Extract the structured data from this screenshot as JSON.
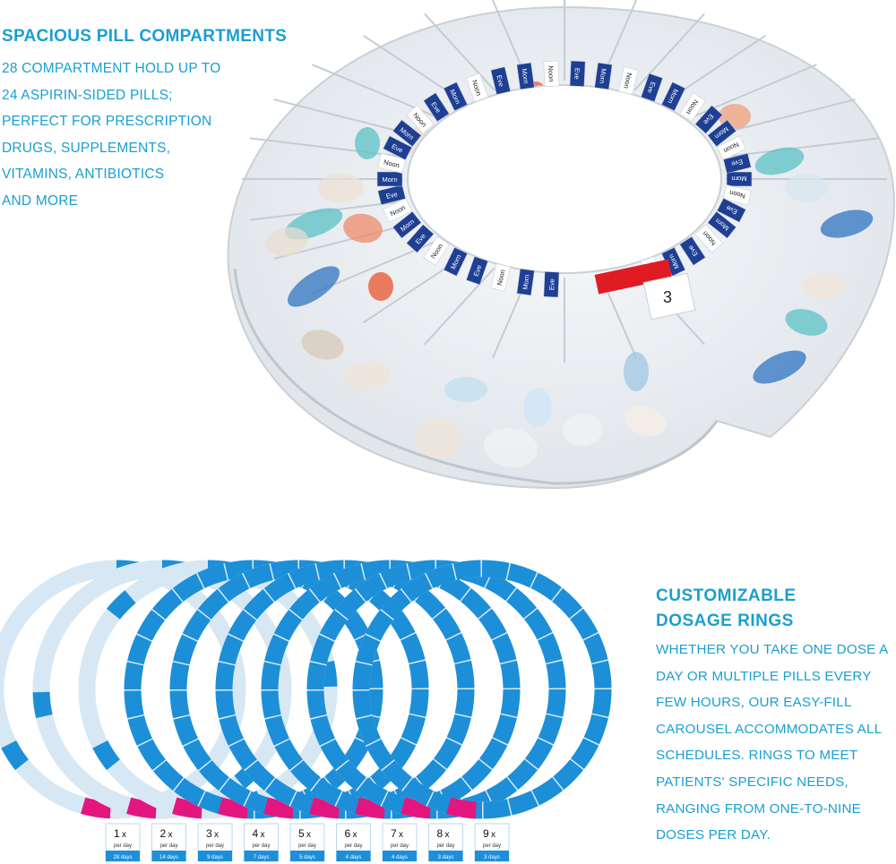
{
  "top_section": {
    "title": "SPACIOUS PILL COMPARTMENTS",
    "lines": [
      "28 COMPARTMENT HOLD UP TO",
      "24 ASPIRIN-SIDED PILLS;",
      "PERFECT FOR PRESCRIPTION",
      "DRUGS, SUPPLEMENTS,",
      "VITAMINS, ANTIBIOTICS",
      "AND MORE"
    ]
  },
  "bottom_section": {
    "title_lines": [
      "CUSTOMIZABLE",
      "DOSAGE RINGS"
    ],
    "lines": [
      "WHETHER YOU TAKE ONE DOSE A",
      "DAY OR MULTIPLE PILLS EVERY",
      "FEW HOURS, OUR EASY-FILL",
      "CAROUSEL ACCOMMODATES ALL",
      "SCHEDULES. RINGS TO MEET",
      "PATIENTS' SPECIFIC NEEDS,",
      "RANGING FROM ONE-TO-NINE",
      "DOSES PER DAY."
    ]
  },
  "organizer": {
    "ring_labels": [
      "Morn",
      "Noon",
      "Eve"
    ],
    "current_day": "3"
  },
  "dosage_rings": [
    {
      "count": "1",
      "x": "x",
      "per": "per day",
      "days": "28 days"
    },
    {
      "count": "2",
      "x": "x",
      "per": "per day",
      "days": "14 days"
    },
    {
      "count": "3",
      "x": "x",
      "per": "per day",
      "days": "9 days"
    },
    {
      "count": "4",
      "x": "x",
      "per": "per day",
      "days": "7 days"
    },
    {
      "count": "5",
      "x": "x",
      "per": "per day",
      "days": "5 days"
    },
    {
      "count": "6",
      "x": "x",
      "per": "per day",
      "days": "4 days"
    },
    {
      "count": "7",
      "x": "x",
      "per": "per day",
      "days": "4 days"
    },
    {
      "count": "8",
      "x": "x",
      "per": "per day",
      "days": "3 days"
    },
    {
      "count": "9",
      "x": "x",
      "per": "per day",
      "days": "3 days"
    }
  ],
  "colors": {
    "accent_text": "#1a9fd0",
    "ring_blue": "#1c8fd8",
    "ring_magenta": "#e3167f",
    "label_navy": "#1e3f94",
    "label_red": "#e01b24"
  }
}
